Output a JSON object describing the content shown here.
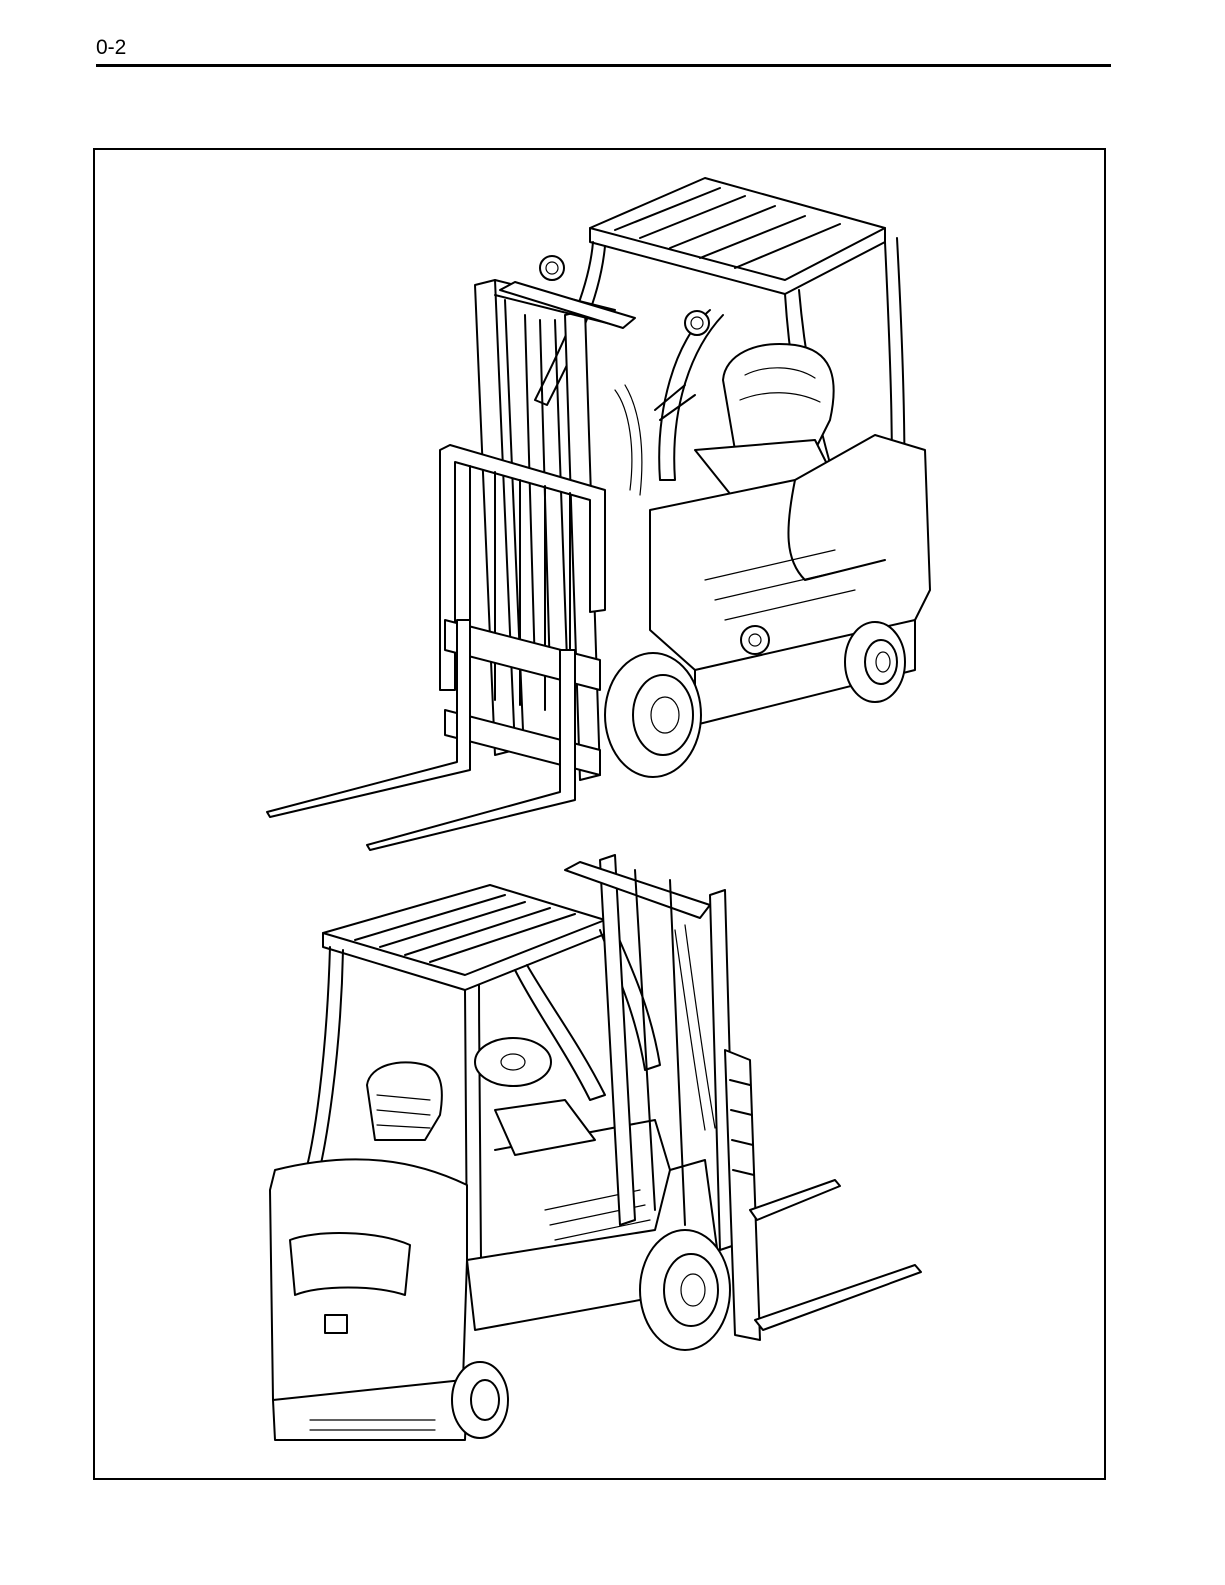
{
  "header": {
    "page_number": "0-2"
  },
  "figure": {
    "illustrations": [
      {
        "subject": "forklift-front-left-view"
      },
      {
        "subject": "forklift-rear-right-view"
      }
    ]
  },
  "colors": {
    "ink": "#000000",
    "paper": "#ffffff"
  }
}
